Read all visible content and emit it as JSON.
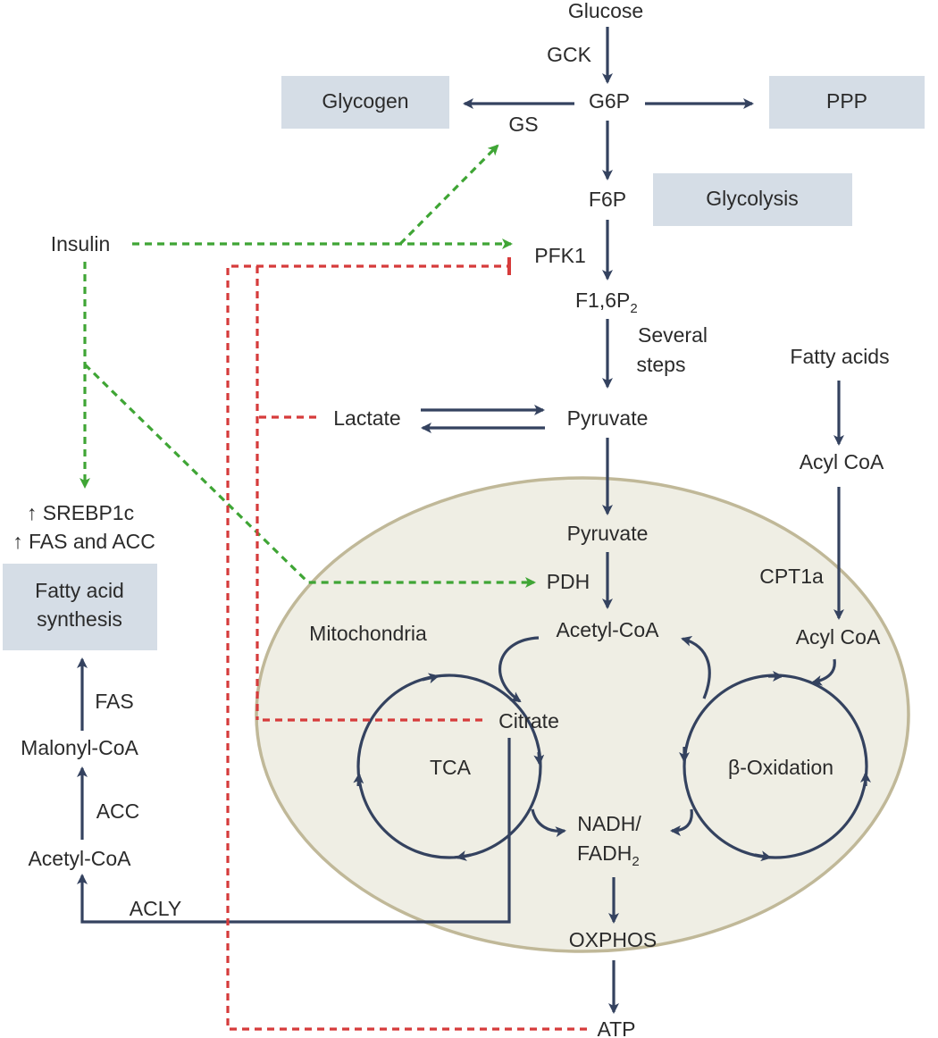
{
  "nodes": {
    "glucose": "Glucose",
    "gck": "GCK",
    "g6p": "G6P",
    "gs": "GS",
    "f6p": "F6P",
    "pfk1": "PFK1",
    "f16p2_main": "F1,6P",
    "f16p2_sub": "2",
    "several": "Several",
    "steps": "steps",
    "lactate": "Lactate",
    "pyruvate_cyto": "Pyruvate",
    "pyruvate_mito": "Pyruvate",
    "pdh": "PDH",
    "acetylcoa_mito": "Acetyl-CoA",
    "citrate": "Citrate",
    "tca": "TCA",
    "nadh": "NADH/",
    "fadh2_main": "FADH",
    "fadh2_sub": "2",
    "oxphos": "OXPHOS",
    "atp": "ATP",
    "fatty_acids": "Fatty acids",
    "acylcoa_cyto": "Acyl CoA",
    "cpt1a": "CPT1a",
    "acylcoa_mito": "Acyl CoA",
    "beta_ox": "β-Oxidation",
    "mitochondria": "Mitochondria",
    "insulin": "Insulin",
    "srebp": "↑ SREBP1c",
    "fas_acc": "↑ FAS and ACC",
    "fas": "FAS",
    "malonyl": "Malonyl-CoA",
    "acc": "ACC",
    "acetylcoa_cyto": "Acetyl-CoA",
    "acly": "ACLY"
  },
  "boxes": {
    "glycogen": "Glycogen",
    "ppp": "PPP",
    "glycolysis": "Glycolysis",
    "fa_synth_1": "Fatty acid",
    "fa_synth_2": "synthesis"
  },
  "colors": {
    "pathway": "#34425f",
    "activation": "#3fa535",
    "inhibition": "#d63b3b",
    "box": "#d5dde6",
    "mitochondrion_fill": "#efeee4",
    "mitochondrion_edge": "#c0b898"
  }
}
